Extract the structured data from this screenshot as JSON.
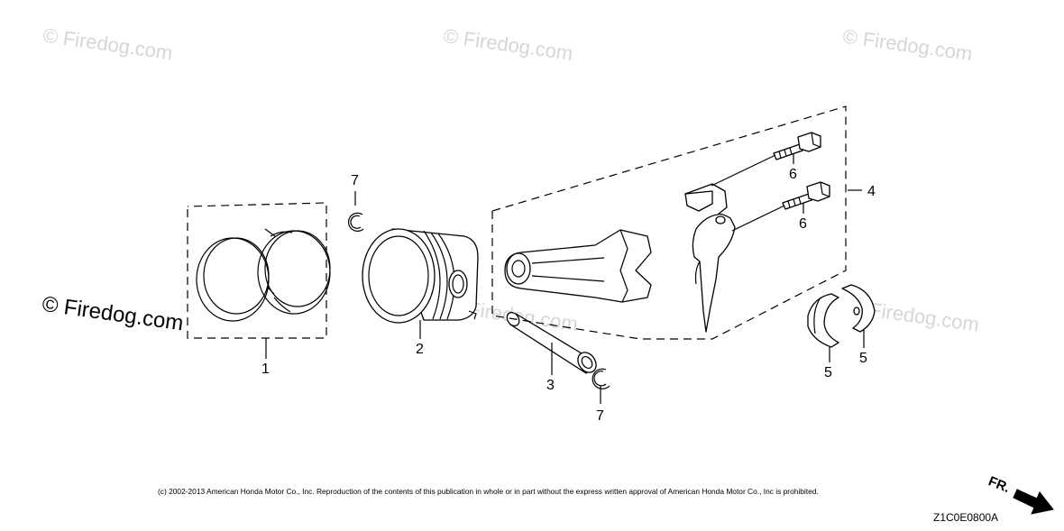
{
  "watermarks": {
    "light_1": "© Firedog.com",
    "light_2": "© Firedog.com",
    "light_3": "© Firedog.com",
    "light_4": "Firedog.com",
    "light_5": "Firedog.com",
    "dark": "© Firedog.com"
  },
  "callouts": {
    "ring_set": "1",
    "piston": "2",
    "piston_pin": "3",
    "connecting_rod": "4",
    "bearing_a": "5",
    "bearing_b": "5",
    "rod_bolt_upper": "6",
    "rod_bolt_lower": "6",
    "clip_upper": "7",
    "clip_lower": "7"
  },
  "footer": {
    "copyright": "(c) 2002-2013 American Honda Motor Co., Inc. Reproduction of the contents of this publication in whole or in part without the express written approval of American Honda Motor Co., Inc is prohibited.",
    "diagram_code": "Z1C0E0800A",
    "direction_label": "FR."
  }
}
